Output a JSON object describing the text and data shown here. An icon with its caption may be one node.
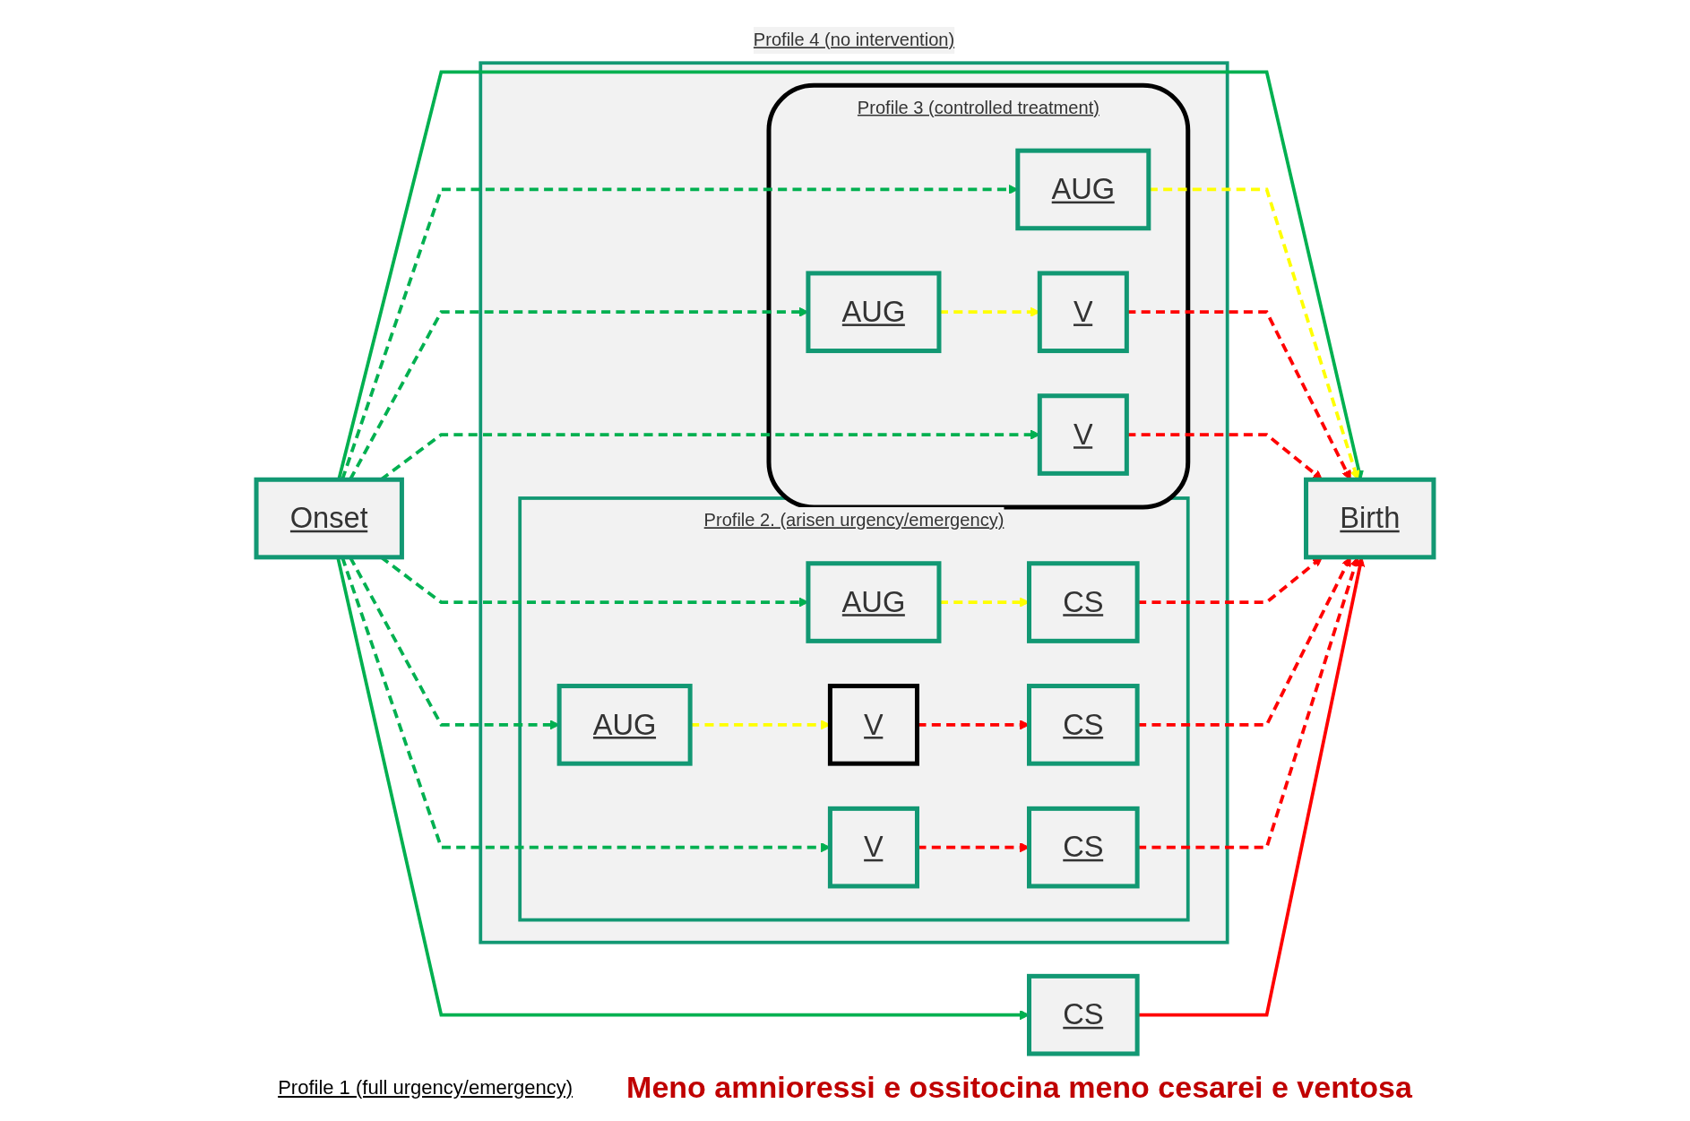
{
  "diagram": {
    "nodes": [
      {
        "text": [
          "Onset"
        ]
      },
      {
        "text": [
          "Profile 4 (no intervention)"
        ]
      },
      {
        "text": [
          "Profile 3 (controlled treatment)"
        ],
        "in": 1
      },
      {
        "text": [
          "AUG"
        ],
        "in": 2
      },
      {
        "text": [
          "AUG"
        ],
        "in": 2
      },
      {
        "text": [
          "V"
        ],
        "in": 2
      },
      {
        "text": [
          "V"
        ],
        "in": 2
      },
      {
        "text": [
          "Profile 2. (arisen urgency/emergency)"
        ],
        "in": 1
      },
      {
        "text": [
          "AUG"
        ],
        "in": 7
      },
      {
        "text": [
          "CS"
        ],
        "in": 7
      },
      {
        "text": [
          "AUG"
        ],
        "in": 7
      },
      {
        "text": [
          "V"
        ],
        "in": 7
      },
      {
        "text": [
          "CS"
        ],
        "in": 7
      },
      {
        "text": [
          "V"
        ],
        "in": 7
      },
      {
        "text": [
          "CS"
        ],
        "in": 7
      },
      {
        "text": [
          "Birth"
        ]
      },
      {
        "text": [
          "CS"
        ]
      }
    ],
    "edges": [
      {
        "from": 0,
        "to": 3,
        "arrow": "to",
        "style": "dashed"
      },
      {
        "from": 0,
        "to": 4,
        "arrow": "to",
        "style": "dashed"
      },
      {
        "from": 0,
        "to": 6,
        "arrow": "to",
        "style": "dashed"
      },
      {
        "from": 0,
        "to": 15,
        "arrow": "to"
      },
      {
        "from": 3,
        "to": 15,
        "arrow": "to",
        "style": "dashed",
        "color": "#ffff00"
      },
      {
        "from": 4,
        "to": 5,
        "arrow": "to",
        "style": "dashed",
        "color": "#ffff00"
      },
      {
        "from": 5,
        "to": 15,
        "arrow": "to",
        "style": "dashed",
        "color": "#ff0000"
      },
      {
        "from": 6,
        "to": 15,
        "arrow": "to",
        "style": "dashed",
        "color": "#ff0000"
      },
      {
        "from": 0,
        "to": 8,
        "arrow": "to",
        "style": "dashed"
      },
      {
        "from": 0,
        "to": 10,
        "arrow": "to",
        "style": "dashed"
      },
      {
        "from": 0,
        "to": 13,
        "arrow": "to",
        "style": "dashed"
      },
      {
        "from": 8,
        "to": 9,
        "arrow": "to",
        "style": "dashed",
        "color": "#ffff00"
      },
      {
        "from": 9,
        "to": 15,
        "arrow": "to",
        "style": "dashed",
        "color": "#ff0000"
      },
      {
        "from": 10,
        "to": 11,
        "arrow": "to",
        "style": "dashed",
        "color": "#ffff00"
      },
      {
        "from": 11,
        "to": 12,
        "arrow": "to",
        "style": "dashed",
        "color": "#ff0000"
      },
      {
        "from": 12,
        "to": 15,
        "arrow": "to",
        "style": "dashed",
        "color": "#ff0000"
      },
      {
        "from": 13,
        "to": 14,
        "arrow": "to",
        "style": "dashed",
        "color": "#ff0000"
      },
      {
        "from": 14,
        "to": 15,
        "arrow": "to",
        "style": "dashed",
        "color": "#ff0000"
      },
      {
        "from": 0,
        "to": 16,
        "arrow": "to"
      },
      {
        "from": 16,
        "to": 15,
        "arrow": "to",
        "color": "#ff0000"
      }
    ],
    "labels": [
      "Profile 1 (full urgency/emergency)",
      "Meno amnioressi e ossitocina meno cesarei e ventosa"
    ]
  }
}
